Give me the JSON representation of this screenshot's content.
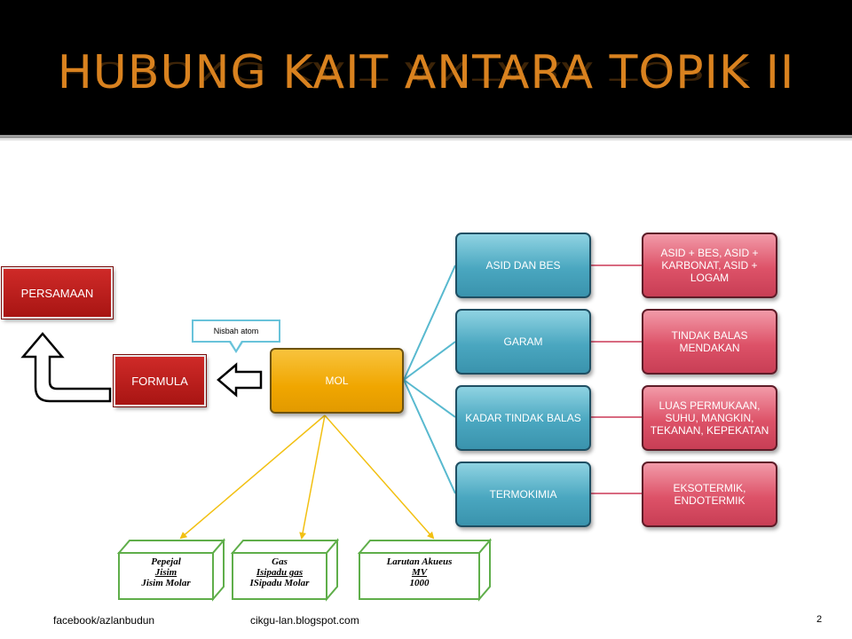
{
  "slide": {
    "title": "HUBUNG KAIT ANTARA TOPIK II",
    "page_number": "2"
  },
  "nodes": {
    "persamaan": "PERSAMAAN",
    "formula": "FORMULA",
    "mol": "MOL",
    "callout": "Nisbah atom"
  },
  "branches": [
    {
      "topic": "ASID DAN BES",
      "detail": "ASID + BES, ASID + KARBONAT, ASID + LOGAM"
    },
    {
      "topic": "GARAM",
      "detail": "TINDAK BALAS MENDAKAN"
    },
    {
      "topic": "KADAR TINDAK BALAS",
      "detail": "LUAS PERMUKAAN, SUHU, MANGKIN, TEKANAN, KEPEKATAN"
    },
    {
      "topic": "TERMOKIMIA",
      "detail": "EKSOTERMIK, ENDOTERMIK"
    }
  ],
  "cubes": [
    {
      "line1": "Pepejal",
      "line2": "Jisim",
      "line3": "Jisim Molar"
    },
    {
      "line1": "Gas",
      "line2": "Isipadu gas",
      "line3": "ISipadu Molar"
    },
    {
      "line1": "Larutan Akueus",
      "line2": "MV",
      "line3": "1000"
    }
  ],
  "footer": {
    "facebook": "facebook/azlanbudun",
    "blog": "cikgu-lan.blogspot.com"
  },
  "colors": {
    "title": "#d9821f",
    "teal": "#4aa7c0",
    "pink": "#dd5268",
    "mol": "#f0a600",
    "red": "#b81c1a",
    "cube_border": "#5fae4a",
    "mol_connector": "#f2c012",
    "connector": "#58b9cf"
  }
}
